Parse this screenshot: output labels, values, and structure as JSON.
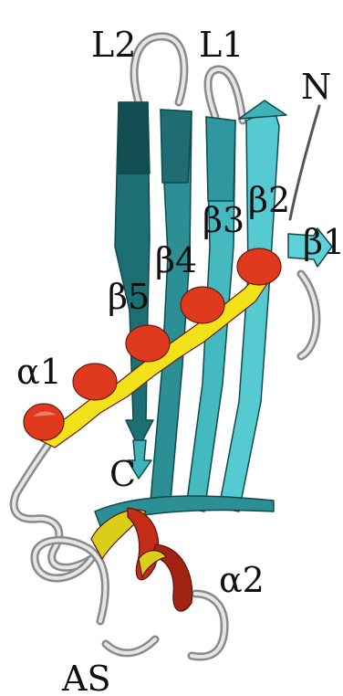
{
  "labels": {
    "l2": "L2",
    "l1": "L1",
    "n_term": "N",
    "beta1": "β1",
    "beta2": "β2",
    "beta3": "β3",
    "beta4": "β4",
    "beta5": "β5",
    "alpha1": "α1",
    "alpha2": "α2",
    "c_term": "C",
    "as": "AS"
  },
  "colors": {
    "strand_light": "#4fc6cc",
    "strand_mid": "#2a9aa0",
    "strand_dark": "#125a5e",
    "helix_red": "#e03a1e",
    "helix_yellow": "#f2e21a",
    "helix_dark_red": "#9c2a18",
    "coil": "#c8c8c8"
  }
}
